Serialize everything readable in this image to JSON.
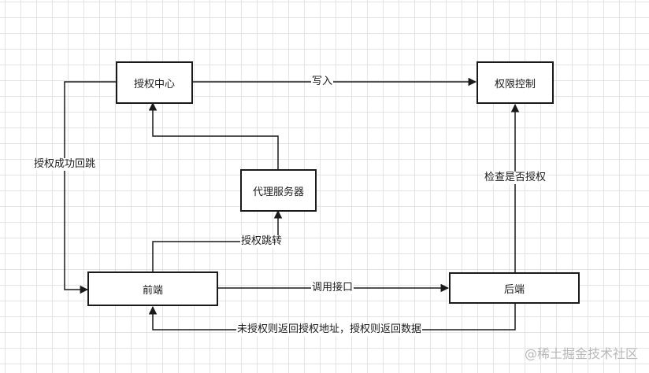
{
  "nodes": {
    "auth_center": "授权中心",
    "access_control": "权限控制",
    "proxy_server": "代理服务器",
    "frontend": "前端",
    "backend": "后端"
  },
  "edges": {
    "write_in": "写入",
    "auth_success_redirect": "授权成功回跳",
    "check_authorized": "检查是否授权",
    "auth_redirect": "授权跳转",
    "call_api": "调用接口",
    "unauthorized_return": "未授权则返回授权地址，授权则返回数据"
  },
  "watermark": "@稀土掘金技术社区",
  "colors": {
    "line": "#1a1a1a",
    "grid": "#e4e4e4",
    "watermark": "#b8b8b8"
  }
}
